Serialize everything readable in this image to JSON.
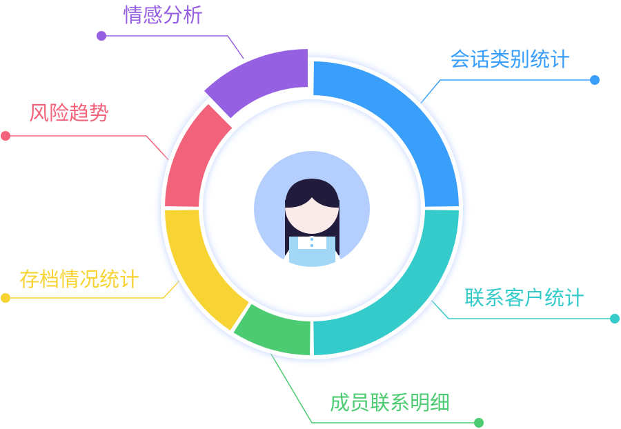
{
  "segments": [
    {
      "label": "会话类别统计",
      "color": "#3a9ffb",
      "start": 0,
      "end": 90
    },
    {
      "label": "联系客户统计",
      "color": "#35cbcb",
      "start": 90,
      "end": 180
    },
    {
      "label": "成员联系明细",
      "color": "#4ccb72",
      "start": 180,
      "end": 213
    },
    {
      "label": "存档情况统计",
      "color": "#f7d334",
      "start": 213,
      "end": 270
    },
    {
      "label": "风险趋势",
      "color": "#f2637b",
      "start": 270,
      "end": 316
    },
    {
      "label": "情感分析",
      "color": "#9660e2",
      "start": 316,
      "end": 360,
      "highlighted": true
    }
  ],
  "avatar": {
    "bg": "#b4cefd",
    "hair": "#211b3c",
    "face": "#fbeaea",
    "shirt": "#a2d8f6"
  }
}
